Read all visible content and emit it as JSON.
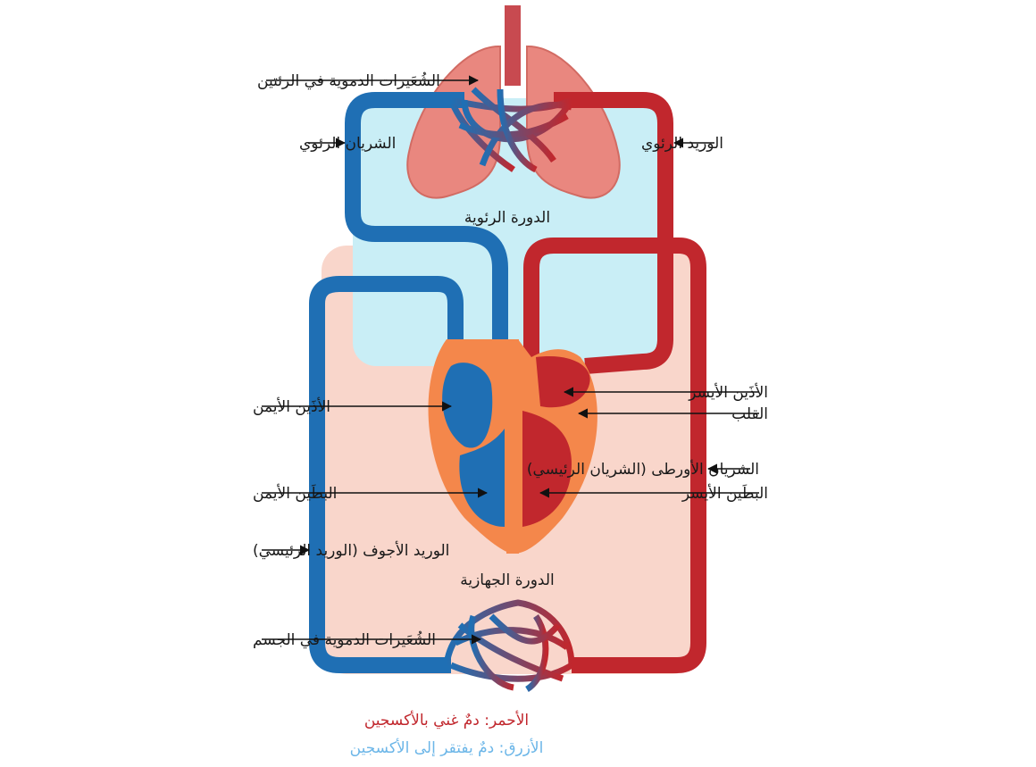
{
  "labels": {
    "lung_capillaries": "الشُعَيرات الدموية في الرئتين",
    "pulmonary_artery": "الشريان الرئوي",
    "pulmonary_vein": "الوريد الرئوي",
    "pulmonary_circulation": "الدورة الرئوية",
    "left_atrium": "الأذَين الأيسر",
    "heart": "القلب",
    "right_atrium": "الأذَين الأيمن",
    "aorta": "الشريان الأورطى (الشريان الرئيسي)",
    "left_ventricle": "البطَين الأيسر",
    "right_ventricle": "البطَين الأيمن",
    "vena_cava": "الوريد الأجوف (الوريد الرئيسي)",
    "systemic_circulation": "الدورة الجهازية",
    "body_capillaries": "الشُعَيرات الدموية في الجسم"
  },
  "legend": {
    "red": "الأحمر: دمٌ غني بالأكسجين",
    "blue": "الأزرق: دمٌ يفتقر إلى الأكسجين"
  },
  "colors": {
    "oxygenated": "#c1272d",
    "deoxygenated": "#1f6fb4",
    "lungs": "#e9877f",
    "pulmonary_area": "#c9eef6",
    "systemic_area": "#f9d6cb",
    "heart_wall": "#f4874b",
    "legend_red": "#c1272d",
    "legend_blue": "#6cb6e8"
  }
}
